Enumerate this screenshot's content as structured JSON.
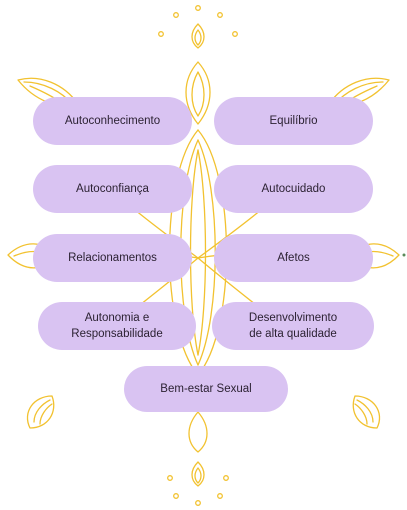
{
  "colors": {
    "pill_fill": "#d9c3f2",
    "ornament_gold": "#f2c230",
    "text": "#2c2233"
  },
  "icons": {
    "ornament": "golden-floral-line-ornament"
  },
  "pills": {
    "autoconhecimento": "Autoconhecimento",
    "equilibrio": "Equilíbrio",
    "autoconfianca": "Autoconfiança",
    "autocuidado": "Autocuidado",
    "relacionamentos": "Relacionamentos",
    "afetos": "Afetos",
    "autonomia_line1": "Autonomia e",
    "autonomia_line2": "Responsabilidade",
    "desenvolvimento_line1": "Desenvolvimento",
    "desenvolvimento_line2": "de alta qualidade",
    "bem_estar": "Bem-estar Sexual"
  }
}
